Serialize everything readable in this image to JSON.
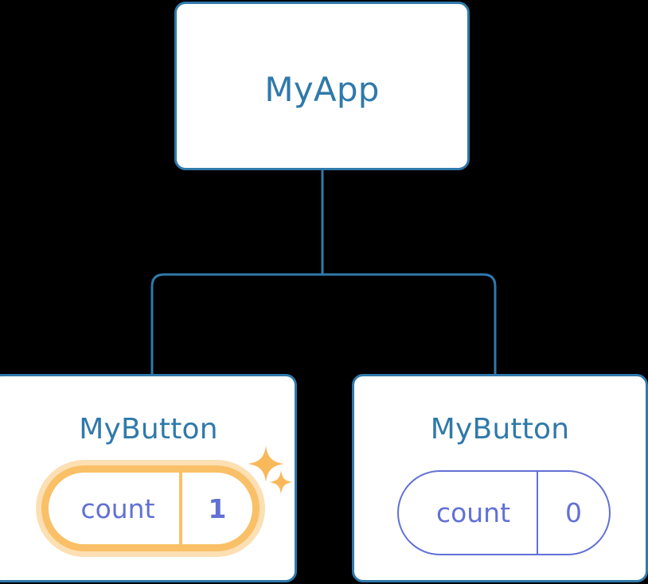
{
  "diagram": {
    "title": "React component tree with state badges",
    "colors": {
      "background": "#000000",
      "card_fill": "#ffffff",
      "card_border": "#2f79ab",
      "node_label": "#2f79ab",
      "connector": "#2f79ab",
      "state_text": "#6270d6",
      "state_border": "#6270d6",
      "highlight_border": "#f9c067",
      "highlight_glow": "#fcdfb3",
      "sparkle": "#f9b council"
    }
  },
  "nodes": {
    "root": {
      "label": "MyApp",
      "state": null
    },
    "children": [
      {
        "label": "MyButton",
        "highlighted": true,
        "state": {
          "key": "count",
          "value": "1"
        },
        "sparkles": [
          {
            "name": "sparkle-large"
          },
          {
            "name": "sparkle-small"
          }
        ]
      },
      {
        "label": "MyButton",
        "highlighted": false,
        "state": {
          "key": "count",
          "value": "0"
        },
        "sparkles": []
      }
    ]
  },
  "edges": [
    {
      "from": "MyApp",
      "to": "MyButton (left)"
    },
    {
      "from": "MyApp",
      "to": "MyButton (right)"
    }
  ]
}
